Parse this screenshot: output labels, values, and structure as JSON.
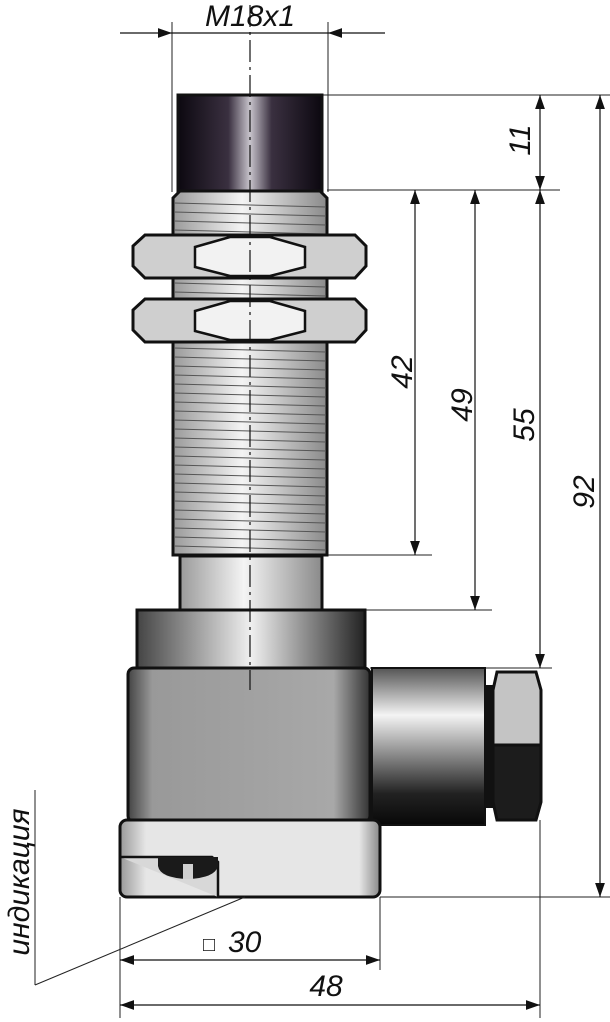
{
  "title": "Sensor dimensional drawing",
  "labels": {
    "thread": "M18x1",
    "indication": "индикация"
  },
  "dimensions": {
    "cap_length": "11",
    "thread_length": "42",
    "to_shaft_end": "49",
    "to_housing": "55",
    "total_length": "92",
    "housing_square": "30",
    "square_symbol": "□",
    "total_width": "48"
  },
  "colors": {
    "outline": "#111111",
    "cap": "#1a1020",
    "metal_light": "#e8e8e8",
    "housing": "#a0a0a0"
  }
}
